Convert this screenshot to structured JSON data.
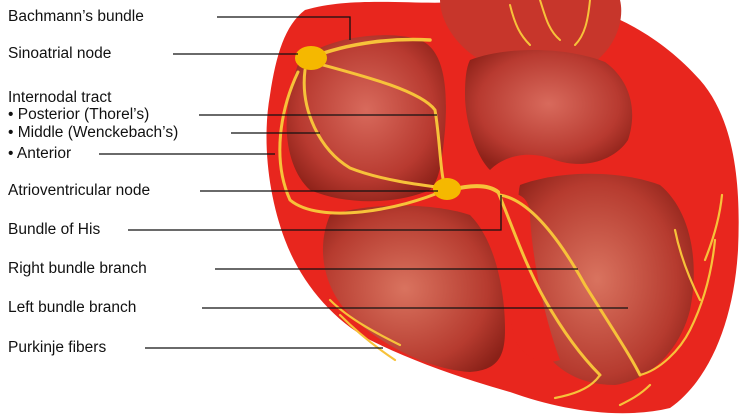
{
  "diagram": {
    "labels": {
      "bachmann": "Bachmann’s bundle",
      "sinoatrial": "Sinoatrial node",
      "internodal_title": "Internodal tract",
      "posterior": "• Posterior (Thorel’s)",
      "middle": "• Middle (Wenckebach’s)",
      "anterior": "• Anterior",
      "av_node": "Atrioventricular node",
      "his": "Bundle of His",
      "right_branch": "Right bundle branch",
      "left_branch": "Left bundle branch",
      "purkinje": "Purkinje fibers"
    },
    "colors": {
      "myocardium": "#e8261e",
      "chamber": "#c0463a",
      "conduction": "#f7c23a",
      "node": "#f5b800",
      "leader_line": "#111111"
    }
  }
}
